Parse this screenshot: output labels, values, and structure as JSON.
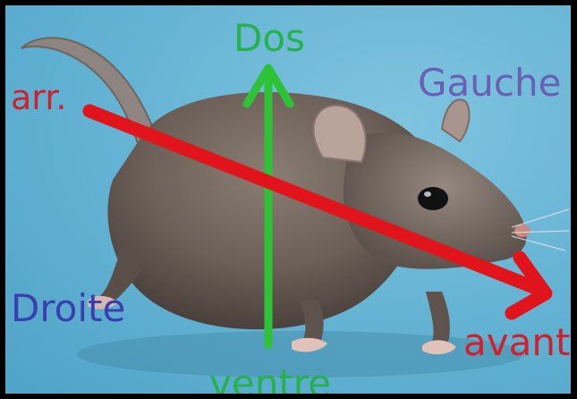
{
  "labels": {
    "dorsal": "Dos",
    "left": "Gauche",
    "posterior": "arr.",
    "right": "Droite",
    "anterior": "avant",
    "ventral": "ventre"
  },
  "colors": {
    "background": "#63b2d3",
    "frame": "#000000",
    "green": "#2ec236",
    "red": "#e0141a",
    "violet": "#6a5fb4",
    "blue": "#3a3fb0",
    "green_text": "#25b24a",
    "red_text": "#d1202a"
  },
  "icons": {
    "subject": "mouse-illustration",
    "vertical_axis": "up-arrow-icon",
    "longitudinal_axis": "right-arrow-icon"
  }
}
